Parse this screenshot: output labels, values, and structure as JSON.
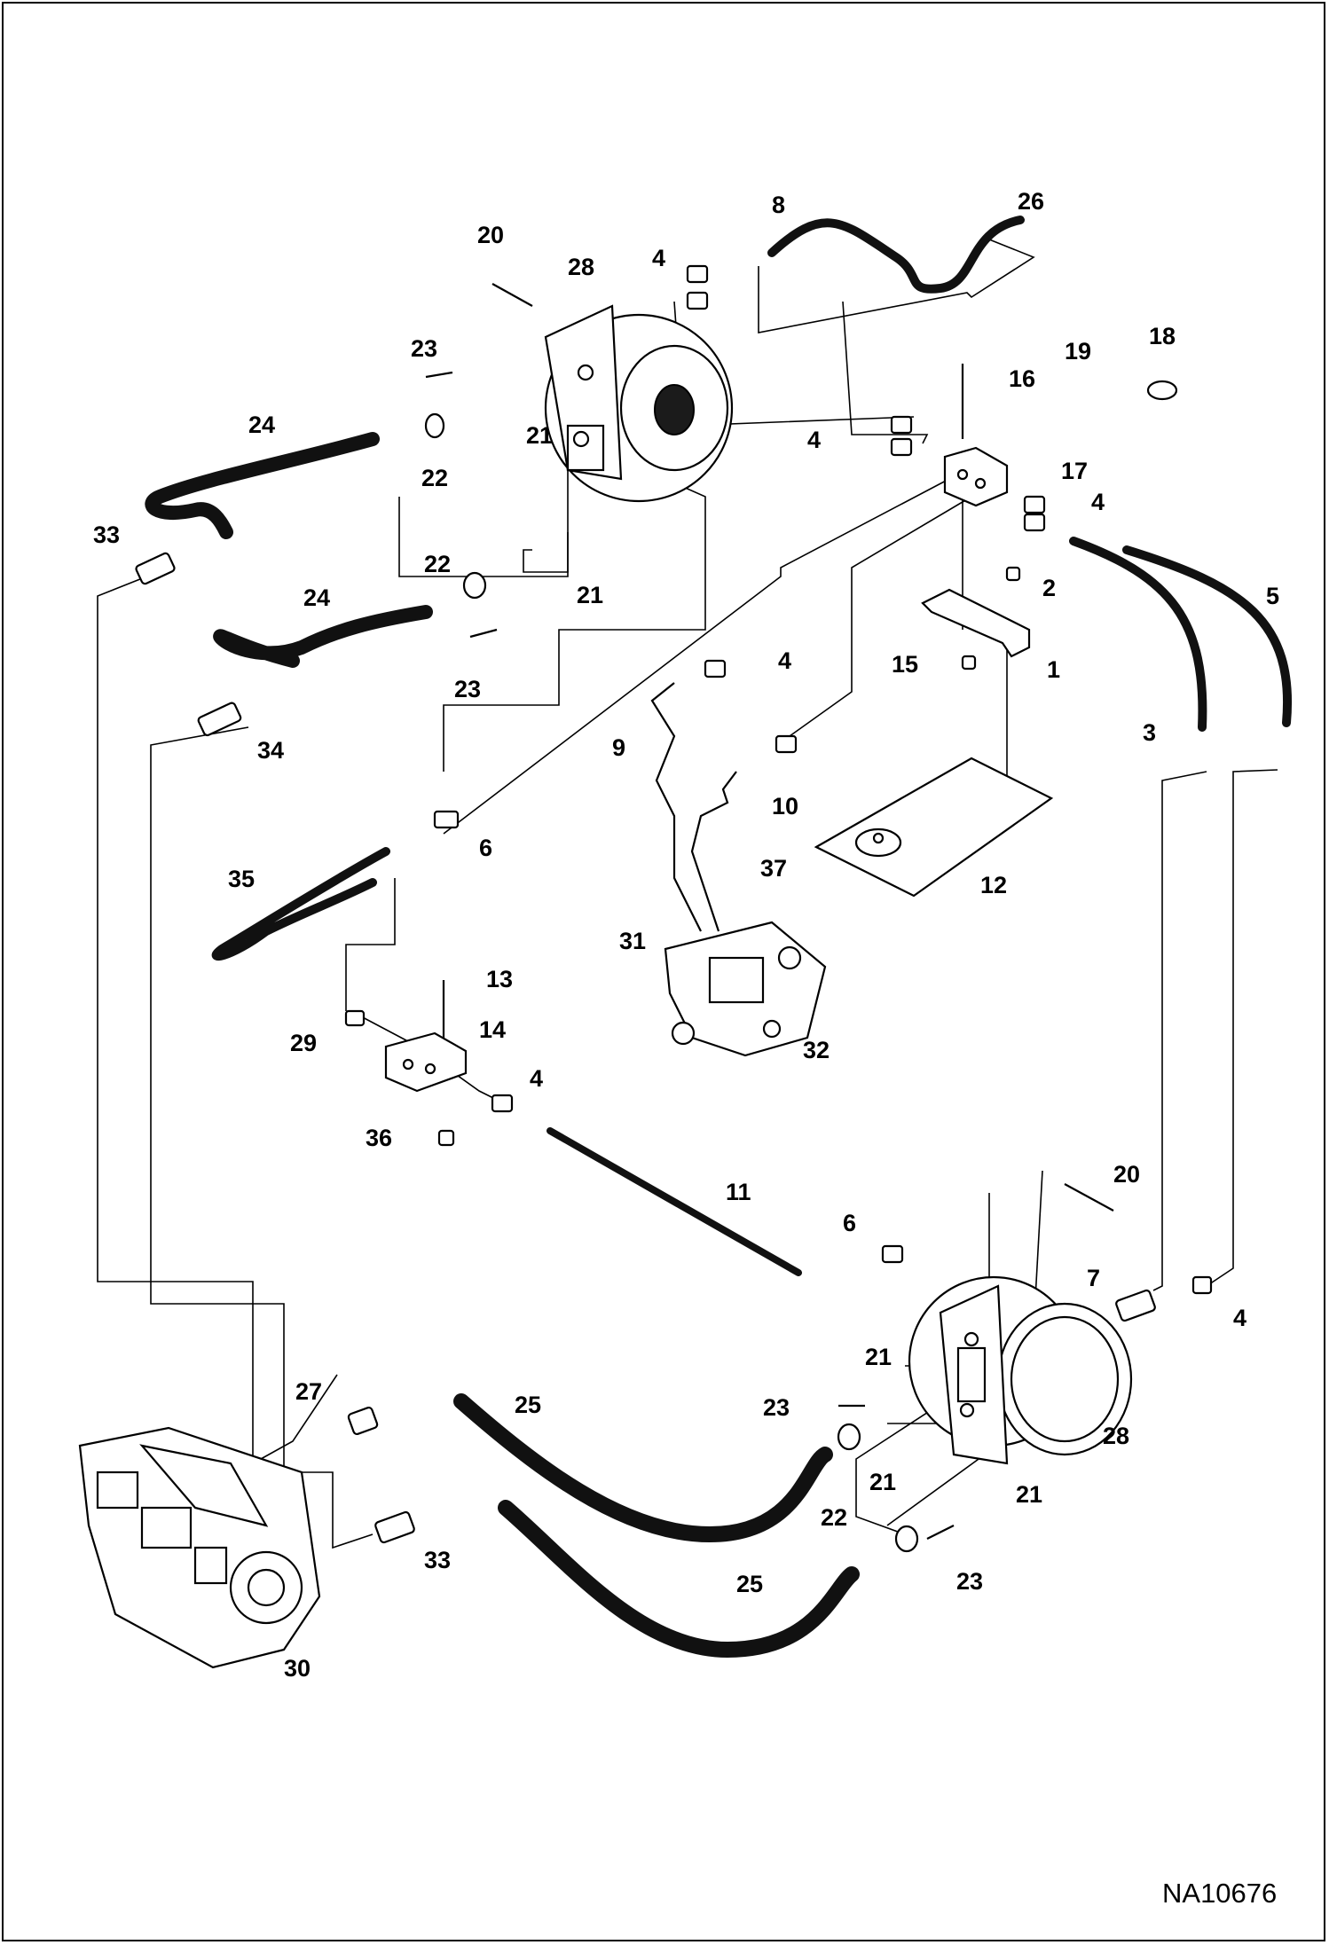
{
  "drawing_code": "NA10676",
  "labels": [
    {
      "id": "l1",
      "text": "1"
    },
    {
      "id": "l2",
      "text": "2"
    },
    {
      "id": "l3",
      "text": "3"
    },
    {
      "id": "l4a",
      "text": "4"
    },
    {
      "id": "l4b",
      "text": "4"
    },
    {
      "id": "l4c",
      "text": "4"
    },
    {
      "id": "l4d",
      "text": "4"
    },
    {
      "id": "l4e",
      "text": "4"
    },
    {
      "id": "l4f",
      "text": "4"
    },
    {
      "id": "l5",
      "text": "5"
    },
    {
      "id": "l6a",
      "text": "6"
    },
    {
      "id": "l6b",
      "text": "6"
    },
    {
      "id": "l7",
      "text": "7"
    },
    {
      "id": "l8",
      "text": "8"
    },
    {
      "id": "l9",
      "text": "9"
    },
    {
      "id": "l10",
      "text": "10"
    },
    {
      "id": "l11",
      "text": "11"
    },
    {
      "id": "l12",
      "text": "12"
    },
    {
      "id": "l13",
      "text": "13"
    },
    {
      "id": "l14",
      "text": "14"
    },
    {
      "id": "l15",
      "text": "15"
    },
    {
      "id": "l16",
      "text": "16"
    },
    {
      "id": "l17",
      "text": "17"
    },
    {
      "id": "l18",
      "text": "18"
    },
    {
      "id": "l19",
      "text": "19"
    },
    {
      "id": "l20a",
      "text": "20"
    },
    {
      "id": "l20b",
      "text": "20"
    },
    {
      "id": "l21a",
      "text": "21"
    },
    {
      "id": "l21b",
      "text": "21"
    },
    {
      "id": "l21c",
      "text": "21"
    },
    {
      "id": "l21d",
      "text": "21"
    },
    {
      "id": "l21e",
      "text": "21"
    },
    {
      "id": "l22a",
      "text": "22"
    },
    {
      "id": "l22b",
      "text": "22"
    },
    {
      "id": "l22c",
      "text": "22"
    },
    {
      "id": "l23a",
      "text": "23"
    },
    {
      "id": "l23b",
      "text": "23"
    },
    {
      "id": "l23c",
      "text": "23"
    },
    {
      "id": "l23d",
      "text": "23"
    },
    {
      "id": "l24a",
      "text": "24"
    },
    {
      "id": "l24b",
      "text": "24"
    },
    {
      "id": "l25a",
      "text": "25"
    },
    {
      "id": "l25b",
      "text": "25"
    },
    {
      "id": "l26",
      "text": "26"
    },
    {
      "id": "l27",
      "text": "27"
    },
    {
      "id": "l28a",
      "text": "28"
    },
    {
      "id": "l28b",
      "text": "28"
    },
    {
      "id": "l29",
      "text": "29"
    },
    {
      "id": "l30",
      "text": "30"
    },
    {
      "id": "l31",
      "text": "31"
    },
    {
      "id": "l32",
      "text": "32"
    },
    {
      "id": "l33a",
      "text": "33"
    },
    {
      "id": "l33b",
      "text": "33"
    },
    {
      "id": "l34",
      "text": "34"
    },
    {
      "id": "l35",
      "text": "35"
    },
    {
      "id": "l36",
      "text": "36"
    },
    {
      "id": "l37",
      "text": "37"
    }
  ]
}
